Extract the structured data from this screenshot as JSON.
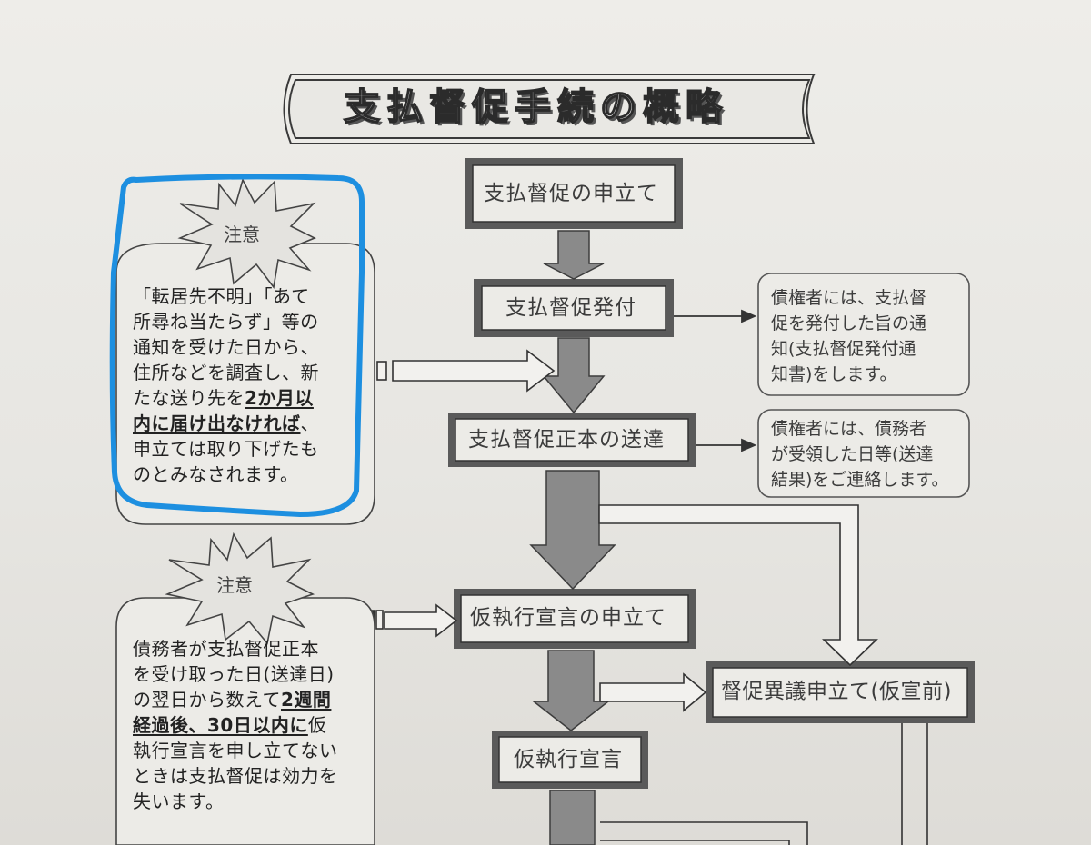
{
  "title": "支払督促手続の概略",
  "flow": {
    "step1": "支払督促の申立て",
    "step2": "支払督促発付",
    "step3": "支払督促正本の送達",
    "step4": "仮執行宣言の申立て",
    "step5": "仮執行宣言",
    "objection": "督促異議申立て(仮宣前)"
  },
  "info1": {
    "lines": [
      "債権者には、支払督",
      "促を発付した旨の通",
      "知(支払督促発付通",
      "知書)をします。"
    ]
  },
  "info2": {
    "lines": [
      "債権者には、債務者",
      "が受領した日等(送達",
      "結果)をご連絡します。"
    ]
  },
  "note1": {
    "label": "注意",
    "lines": [
      "「転居先不明」「あて",
      "所尋ね当たらず」等の",
      "通知を受けた日から、",
      "住所などを調査し、新"
    ],
    "line5_a": "たな送り先を",
    "line5_b": "2か月以",
    "line6_a": "内に届け出なければ",
    "line6_b": "、",
    "line7": "申立ては取り下げたも",
    "line8": "のとみなされます。"
  },
  "note2": {
    "label": "注意",
    "lines": [
      "債務者が支払督促正本",
      "を受け取った日(送達日)"
    ],
    "line3_a": "の翌日から数えて",
    "line3_b": "2週間",
    "line4_a": "経過後、30日以内に",
    "line4_b": "仮",
    "line5": "執行宣言を申し立てない",
    "line6": "ときは支払督促は効力を",
    "line7": "失います。"
  },
  "colors": {
    "highlight": "#1d8fe0",
    "arrow_fill": "#8a8a8a",
    "frame": "#444444"
  }
}
